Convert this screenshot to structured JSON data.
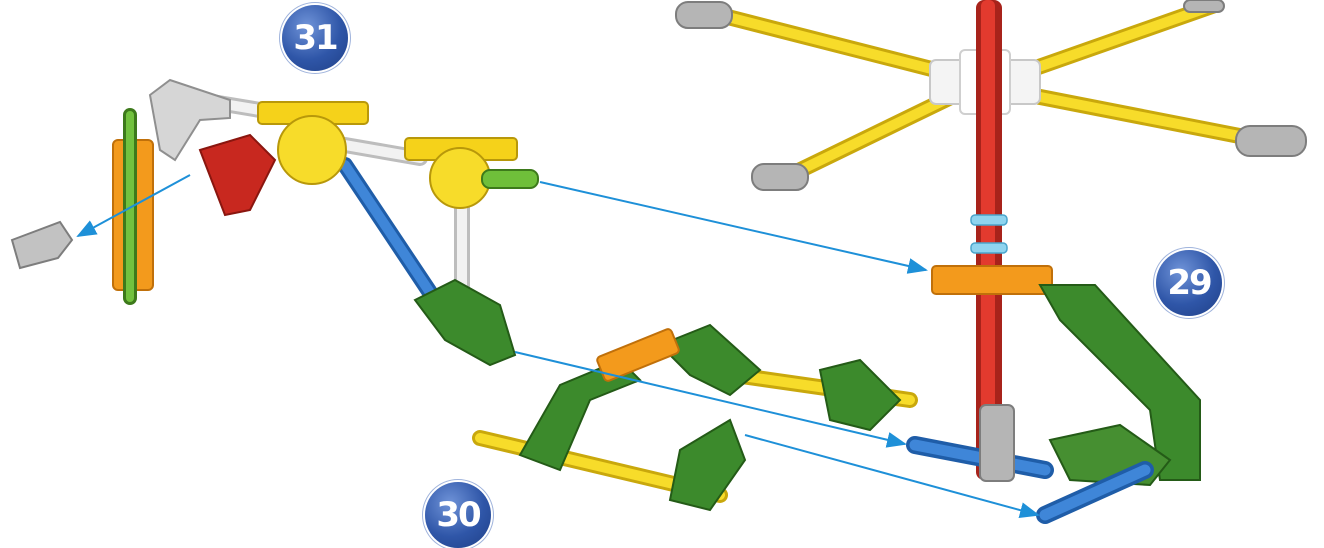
{
  "steps": [
    {
      "number": "31"
    },
    {
      "number": "29"
    },
    {
      "number": "30"
    }
  ],
  "colors": {
    "badge": "#2f56a8",
    "arrow": "#1e90d8",
    "red_rod": "#d8342a",
    "yellow_rod": "#f2d21e",
    "blue_rod": "#3b7fd4",
    "green_connector": "#3f8a2a",
    "orange_connector": "#f29a1e",
    "gray_connector": "#a8a8a8",
    "white_rod": "#e8e8e8"
  },
  "icons": [
    "k-nex-red-rod",
    "k-nex-yellow-rod",
    "k-nex-blue-rod",
    "k-nex-green-connector",
    "k-nex-orange-connector",
    "k-nex-gray-end-connector",
    "assembly-arrow"
  ]
}
